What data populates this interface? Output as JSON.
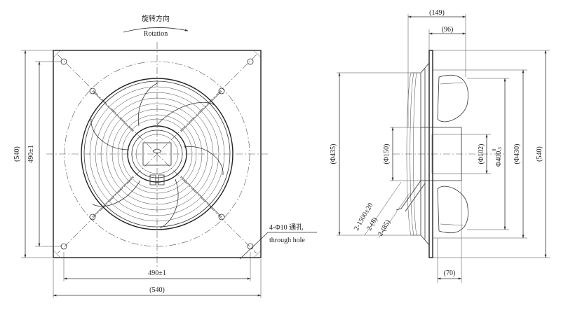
{
  "front_view": {
    "rotation_cn": "旋转方向",
    "rotation_en": "Rotation",
    "height_outer": "(540)",
    "height_holes": "490±1",
    "width_holes": "490±1",
    "width_outer": "(540)",
    "hole_spec": "4-Φ10 通孔",
    "hole_spec_en": "through hole"
  },
  "side_view": {
    "depth_total": "(149)",
    "depth_inner": "(96)",
    "dia_435": "(Φ435)",
    "dia_150": "(Φ150)",
    "dia_102": "(Φ102)",
    "dia_400": "Φ400",
    "dia_400_tol": "0",
    "dia_400_tol2": "-3",
    "dia_430": "(Φ430)",
    "height_540": "(540)",
    "cable_len": "2-1500±20",
    "cable_8": "2-(8)",
    "cable_85": "2-(85)",
    "depth_70": "(70)"
  }
}
